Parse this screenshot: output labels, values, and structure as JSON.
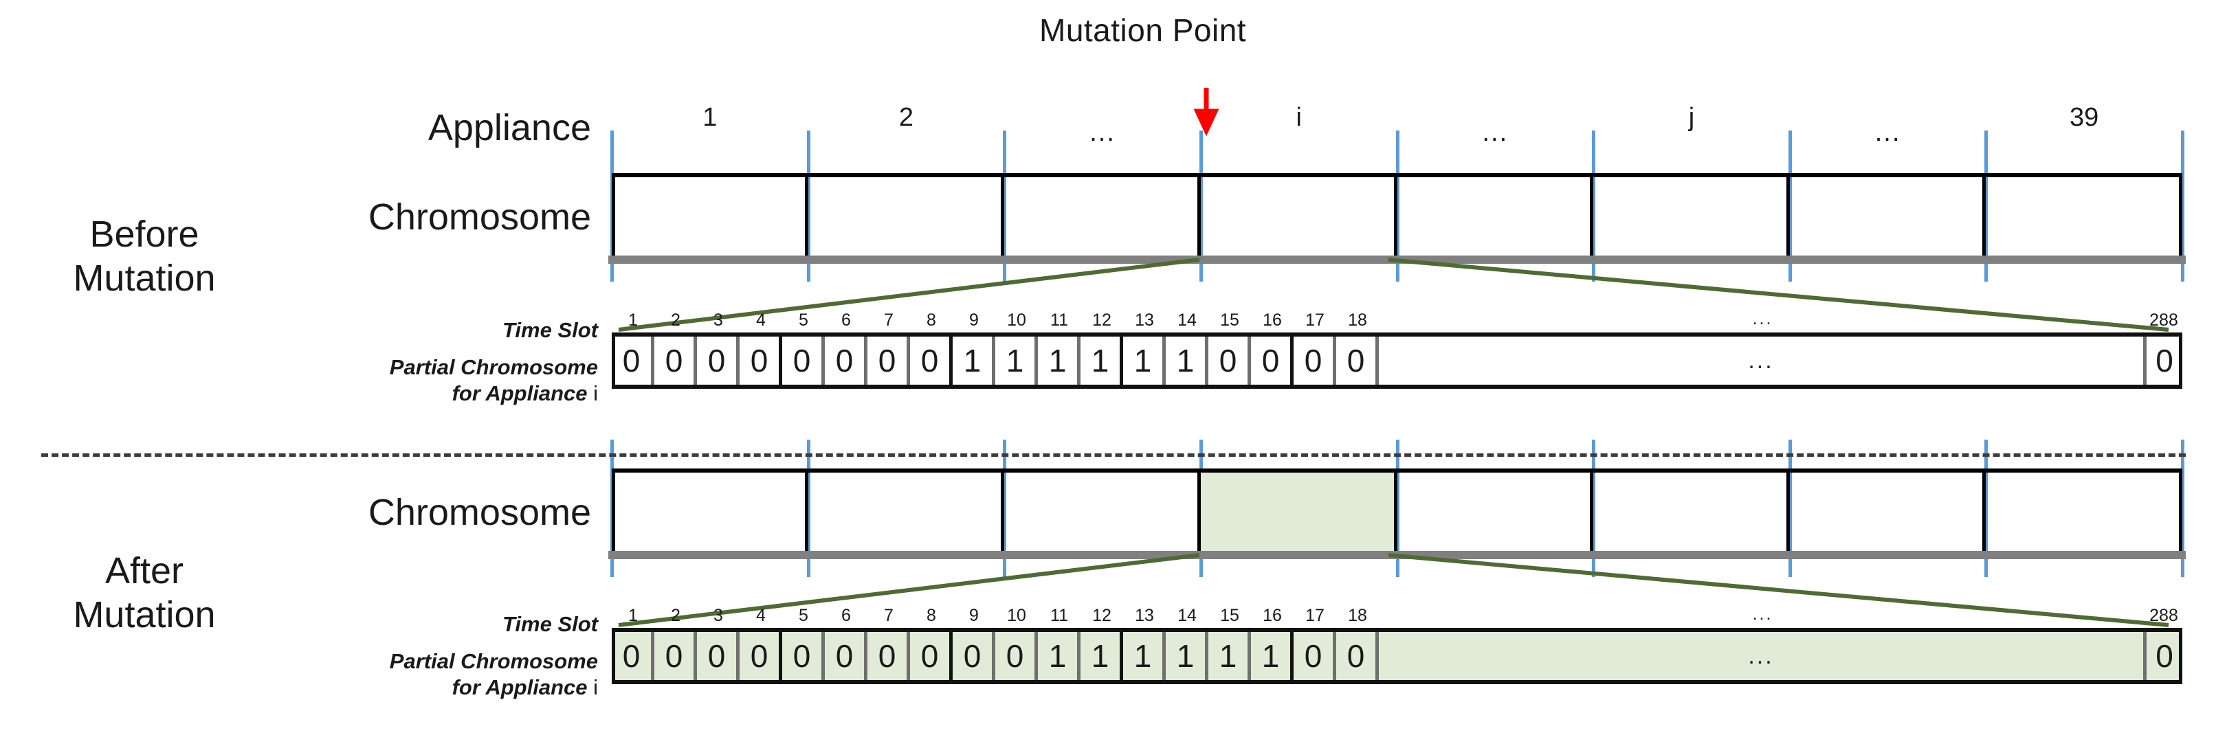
{
  "diagram": {
    "title": "Mutation Point",
    "section_labels": {
      "before": "Before\nMutation",
      "after": "After\nMutation"
    },
    "row_labels": {
      "appliance": "Appliance",
      "chromosome": "Chromosome",
      "time_slot": "Time Slot",
      "partial_chromosome": "Partial  Chromosome\nfor Appliance i"
    },
    "appliance_columns": [
      "1",
      "2",
      "...",
      "i",
      "...",
      "j",
      "...",
      "39"
    ],
    "mutation_point_column_index": 3,
    "time_slot_labels": [
      "1",
      "2",
      "3",
      "4",
      "5",
      "6",
      "7",
      "8",
      "9",
      "10",
      "11",
      "12",
      "13",
      "14",
      "15",
      "16",
      "17",
      "18"
    ],
    "time_slot_ellipsis": "...",
    "time_slot_last": "288",
    "before_mutation": {
      "partial_chromosome_values": [
        "0",
        "0",
        "0",
        "0",
        "0",
        "0",
        "0",
        "0",
        "1",
        "1",
        "1",
        "1",
        "1",
        "1",
        "0",
        "0",
        "0",
        "0"
      ],
      "middle_ellipsis": "...",
      "last_value": "0",
      "highlighted": false
    },
    "after_mutation": {
      "partial_chromosome_values": [
        "0",
        "0",
        "0",
        "0",
        "0",
        "0",
        "0",
        "0",
        "0",
        "0",
        "1",
        "1",
        "1",
        "1",
        "1",
        "1",
        "0",
        "0"
      ],
      "middle_ellipsis": "...",
      "last_value": "0",
      "highlighted": true
    },
    "colors": {
      "tick_blue": "#5b9bd5",
      "highlight_green": "#e2ebd7",
      "connector_green": "#4e6b33",
      "arrow_red": "#ff0000",
      "base_gray": "#808080",
      "border_black": "#000000"
    }
  }
}
